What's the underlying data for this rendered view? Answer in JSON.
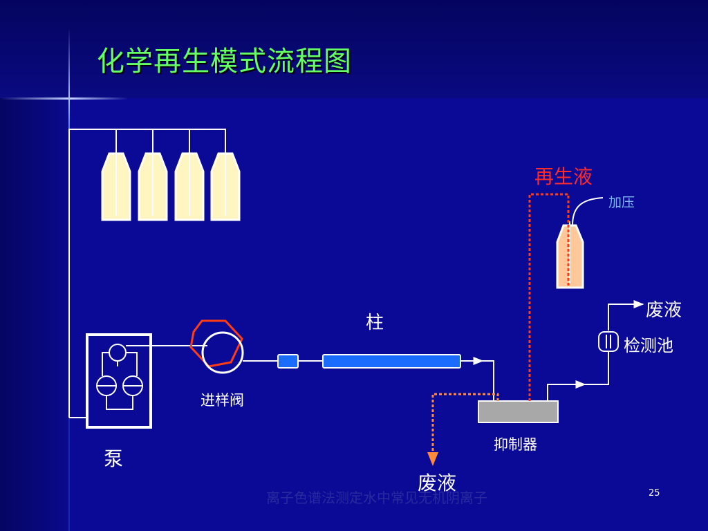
{
  "slide": {
    "title": "化学再生模式流程图",
    "page_number": "25",
    "footer": "离子色谱法测定水中常见无机阴离子"
  },
  "labels": {
    "regenerant": "再生液",
    "pressurize": "加压",
    "column": "柱",
    "waste_top": "废液",
    "detector_cell": "检测池",
    "injection_valve": "进样阀",
    "suppressor": "抑制器",
    "pump": "泵",
    "waste_bottom": "废液"
  },
  "colors": {
    "background": "#0a0a96",
    "title": "#66ff66",
    "regenerant_label": "#ff2a2a",
    "pressurize_label": "#7fb8ff",
    "regenerant_path": "#ff3c14",
    "column_fill": "#1a6cff",
    "eluent_fill": "#fff5c0",
    "regenerant_fill": "#ffc89a",
    "suppressor_fill": "#a8a8a8",
    "valve_outline": "#ff3c14"
  }
}
